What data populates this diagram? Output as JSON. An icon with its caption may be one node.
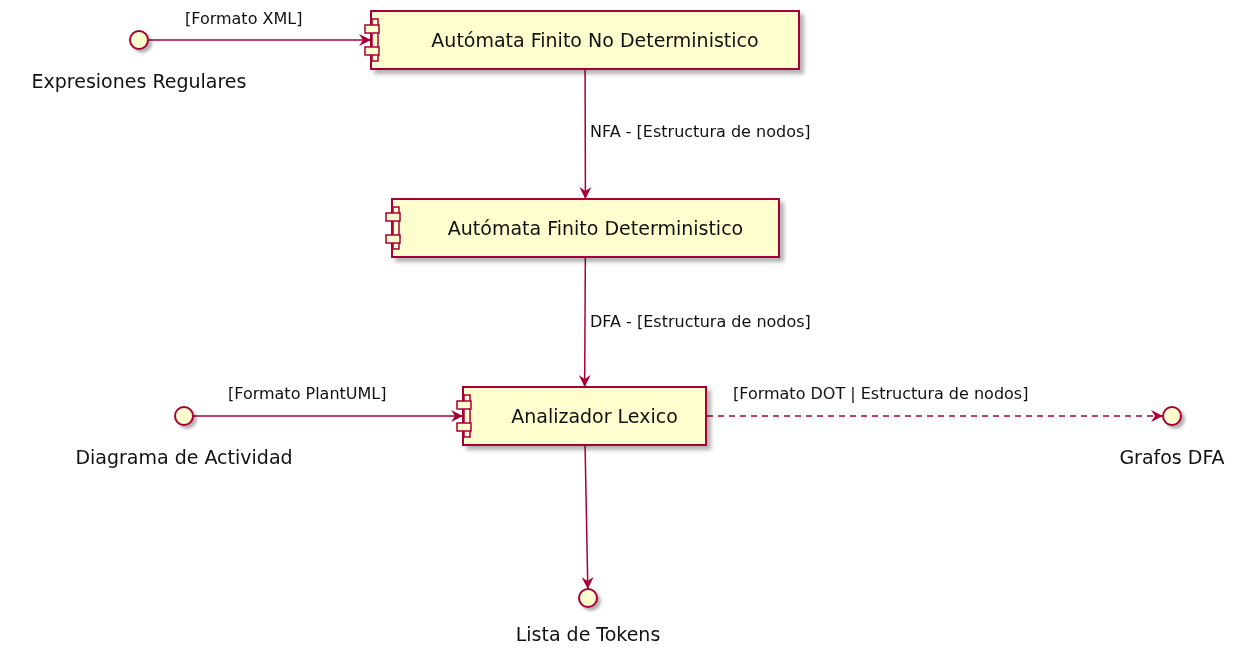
{
  "diagram": {
    "nodes": [
      {
        "text": [],
        "shape": "circle",
        "beside": [
          "Expresiones Regulares"
        ]
      },
      {
        "text": [
          "Autómata Finito No Deterministico"
        ]
      },
      {
        "text": [
          "Autómata Finito Deterministico"
        ]
      },
      {
        "text": [],
        "shape": "circle",
        "beside": [
          "Diagrama de Actividad"
        ]
      },
      {
        "text": [
          "Analizador Lexico"
        ]
      },
      {
        "text": [],
        "shape": "circle",
        "beside": [
          "Grafos DFA"
        ]
      },
      {
        "text": [],
        "shape": "circle",
        "beside": [
          "Lista de Tokens"
        ]
      }
    ],
    "edges": [
      {
        "from": 0,
        "to": 1,
        "arrow": "to",
        "label": "[Formato XML]"
      },
      {
        "from": 1,
        "to": 2,
        "arrow": "to",
        "label": "NFA - [Estructura de nodos]"
      },
      {
        "from": 2,
        "to": 4,
        "arrow": "to",
        "label": "DFA - [Estructura de nodos]"
      },
      {
        "from": 3,
        "to": 4,
        "arrow": "to",
        "label": "[Formato PlantUML]"
      },
      {
        "from": 4,
        "to": 5,
        "arrow": "to",
        "label": "[Formato DOT | Estructura de nodos]",
        "style": "dashed"
      },
      {
        "from": 4,
        "to": 6,
        "arrow": "to"
      }
    ]
  }
}
